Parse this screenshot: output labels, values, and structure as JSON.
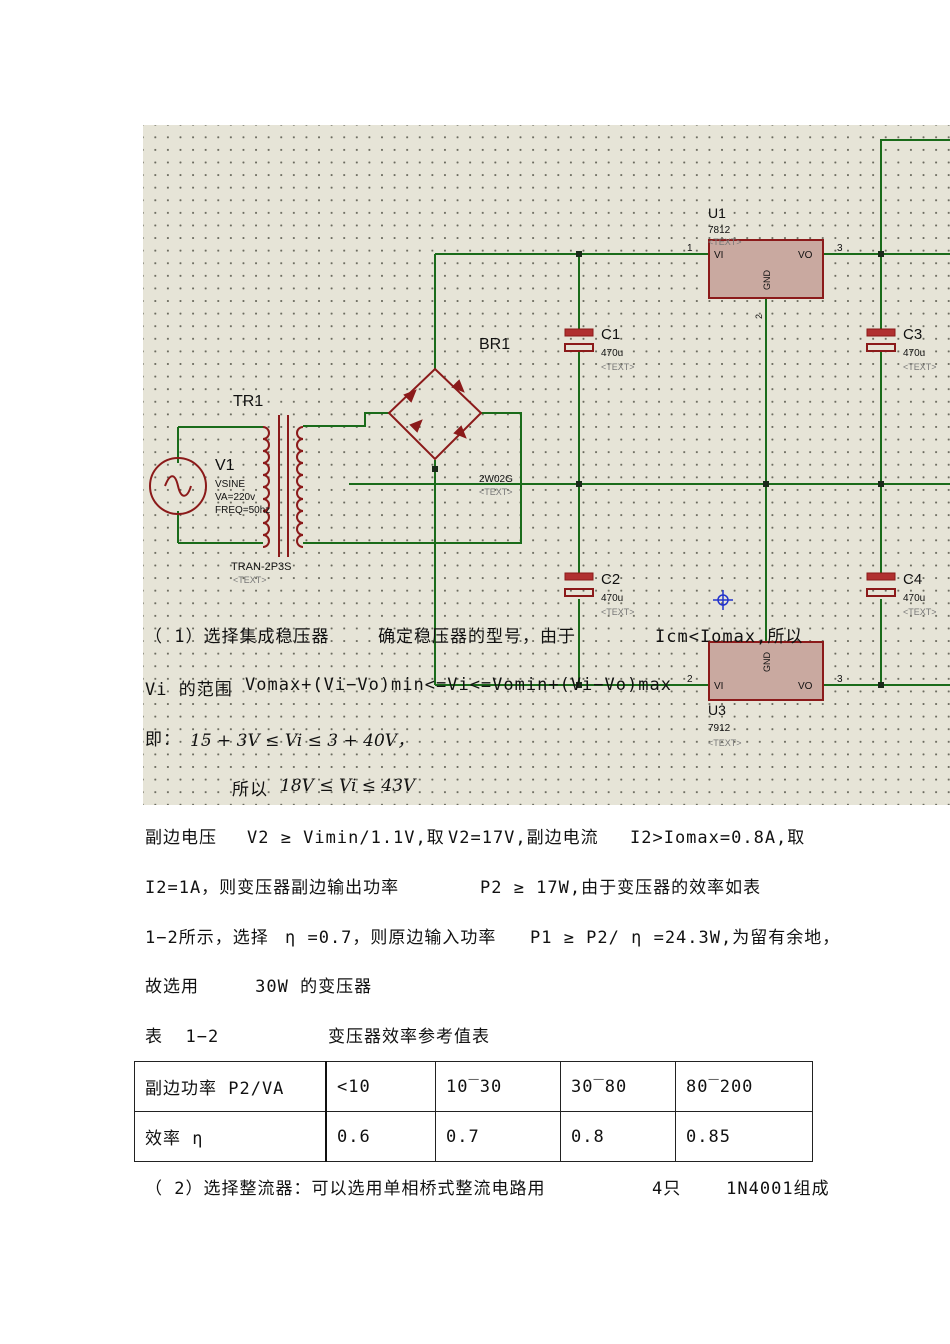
{
  "schematic": {
    "transformer": {
      "ref": "TR1",
      "part": "TRAN-2P3S",
      "text": "<TEXT>"
    },
    "source": {
      "ref": "V1",
      "type": "VSINE",
      "va": "VA=220v",
      "freq": "FREQ=50hz"
    },
    "bridge": {
      "ref": "BR1",
      "part": "2W02G",
      "text": "<TEXT>"
    },
    "u1": {
      "ref": "U1",
      "part": "7812",
      "text": "<TEXT>",
      "pin_in": "1",
      "pin_out": "3",
      "pin_gnd": "2",
      "vi": "VI",
      "vo": "VO",
      "gnd": "GND"
    },
    "u3": {
      "ref": "U3",
      "part": "7912",
      "text": "<TEXT>",
      "pin_in": "2",
      "pin_out": "3",
      "vi": "VI",
      "vo": "VO",
      "gnd": "GND"
    },
    "caps": [
      {
        "ref": "C1",
        "value": "470u",
        "text": "<TEXT>"
      },
      {
        "ref": "C2",
        "value": "470u",
        "text": "<TEXT>"
      },
      {
        "ref": "C3",
        "value": "470u",
        "text": "<TEXT>"
      },
      {
        "ref": "C4",
        "value": "470u",
        "text": "<TEXT>"
      }
    ],
    "colors": {
      "wire": "#1a6b1a",
      "component": "#8b1a1a",
      "ic_fill": "#c9a9a0",
      "grid": "#e6e4d7",
      "probe": "#2233cc"
    }
  },
  "text": {
    "l1a": "（ 1）选择集成稳压器",
    "l1b": "确定稳压器的型号，由于",
    "l1c": "Icm<Iomax,所以",
    "l2a": "Vi 的范围",
    "l2b": "Vomax+(Vi−Vo)min<=Vi<=Vomin+(Vi−Vo)max",
    "l3a": "即：",
    "l3b": "15 + 3V ≤ Vi ≤ 3 + 40V，",
    "l4a": "所以",
    "l4b": "18V ≤ Vi ≤ 43V",
    "l5a": "副边电压",
    "l5b": "V2 ≥ Vimin/1.1V,取",
    "l5c": "V2=17V,副边电流",
    "l5d": "I2>Iomax=0.8A,取",
    "l6a": "I2=1A，则变压器副边输出功率",
    "l6b": "P2 ≥ 17W,由于变压器的效率如表",
    "l7a": "1−2所示，选择",
    "l7b": "η =0.7，则原边输入功率",
    "l7c": "P1 ≥ P2/ η =24.3W,为留有余地，",
    "l8": "故选用     30W 的变压器",
    "l9a": "表  1−2",
    "l9b": "变压器效率参考值表"
  },
  "table": {
    "header": [
      "副边功率      P2/VA",
      "<10",
      "10‾30",
      "30‾80",
      "80‾200"
    ],
    "row": [
      "效率    η",
      "0.6",
      "0.7",
      "0.8",
      "0.85"
    ]
  },
  "footer": {
    "a": "（ 2）选择整流器：可以选用单相桥式整流电路用",
    "b": "4只    1N4001组成"
  }
}
